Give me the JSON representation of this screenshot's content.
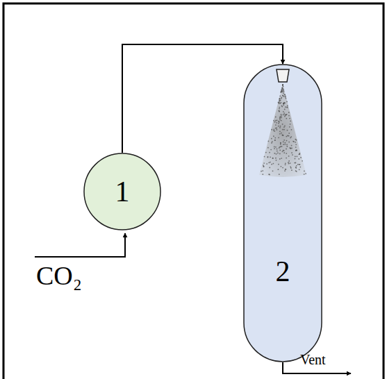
{
  "diagram": {
    "nodes": [
      {
        "text": [
          "1"
        ]
      },
      {
        "text": [
          "2"
        ]
      }
    ],
    "edges": [
      {
        "from": 0,
        "to": 1,
        "arrow": "to"
      }
    ],
    "labels": [
      "CO₂",
      "Vent"
    ]
  }
}
